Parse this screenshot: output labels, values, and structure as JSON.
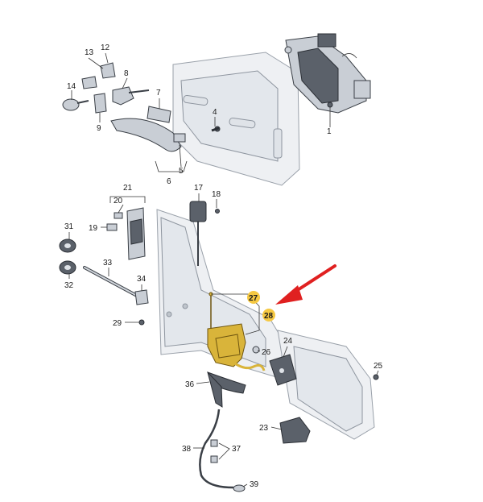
{
  "labels": [
    {
      "id": "1",
      "text": "1"
    },
    {
      "id": "4",
      "text": "4"
    },
    {
      "id": "5",
      "text": "5"
    },
    {
      "id": "6",
      "text": "6"
    },
    {
      "id": "7",
      "text": "7"
    },
    {
      "id": "8",
      "text": "8"
    },
    {
      "id": "9",
      "text": "9"
    },
    {
      "id": "12",
      "text": "12"
    },
    {
      "id": "13",
      "text": "13"
    },
    {
      "id": "14",
      "text": "14"
    },
    {
      "id": "17",
      "text": "17"
    },
    {
      "id": "18",
      "text": "18"
    },
    {
      "id": "19",
      "text": "19"
    },
    {
      "id": "20",
      "text": "20"
    },
    {
      "id": "21",
      "text": "21"
    },
    {
      "id": "23",
      "text": "23"
    },
    {
      "id": "24",
      "text": "24"
    },
    {
      "id": "25",
      "text": "25"
    },
    {
      "id": "26",
      "text": "26"
    },
    {
      "id": "27",
      "text": "27"
    },
    {
      "id": "28",
      "text": "28"
    },
    {
      "id": "29",
      "text": "29"
    },
    {
      "id": "31",
      "text": "31"
    },
    {
      "id": "32",
      "text": "32"
    },
    {
      "id": "33",
      "text": "33"
    },
    {
      "id": "34",
      "text": "34"
    },
    {
      "id": "36",
      "text": "36"
    },
    {
      "id": "37",
      "text": "37"
    },
    {
      "id": "38",
      "text": "38"
    },
    {
      "id": "39",
      "text": "39"
    }
  ],
  "highlight": {
    "color": "#f5c842",
    "arrow_color": "#e02020",
    "items": [
      "27",
      "28"
    ]
  }
}
